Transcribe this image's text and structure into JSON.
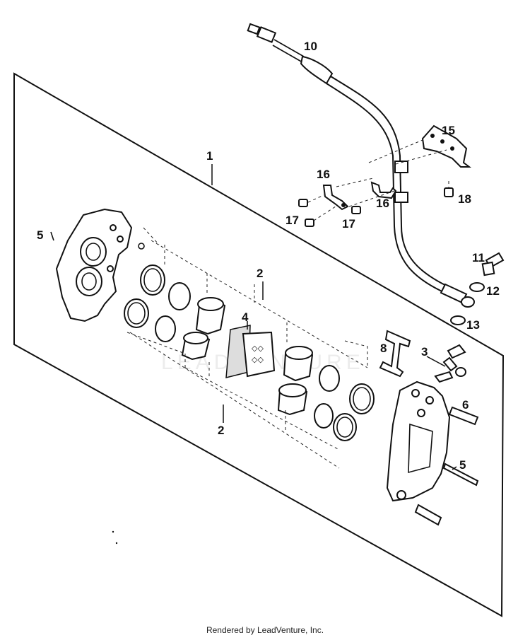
{
  "diagram": {
    "watermark": "LEADVENTURE",
    "footer": "Rendered by LeadVenture, Inc.",
    "callouts": [
      "1",
      "2",
      "2",
      "3",
      "4",
      "5",
      "5",
      "6",
      "8",
      "10",
      "11",
      "12",
      "13",
      "15",
      "16",
      "16",
      "17",
      "17",
      "18"
    ]
  }
}
